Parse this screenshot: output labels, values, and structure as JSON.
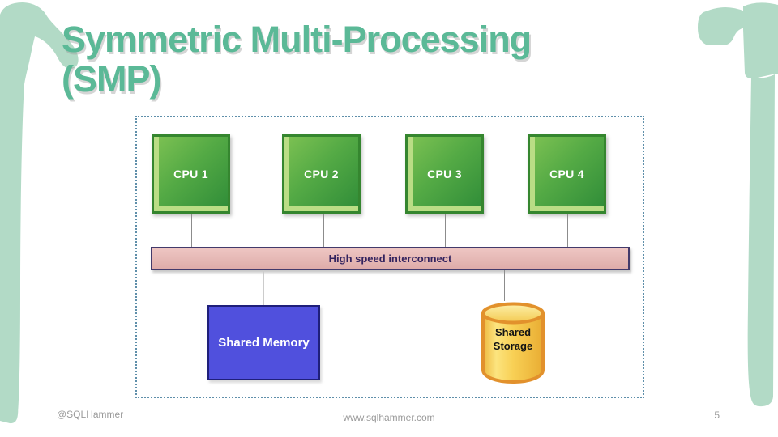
{
  "slide": {
    "title_line1": "Symmetric Multi-Processing",
    "title_line2": "(SMP)",
    "footer": {
      "left": "@SQLHammer",
      "center": "www.sqlhammer.com",
      "page_number": "5"
    }
  },
  "diagram": {
    "cpus": [
      {
        "label": "CPU 1"
      },
      {
        "label": "CPU 2"
      },
      {
        "label": "CPU 3"
      },
      {
        "label": "CPU 4"
      }
    ],
    "interconnect_label": "High speed interconnect",
    "memory_label": "Shared Memory",
    "storage_label": "Shared Storage"
  },
  "colors": {
    "title": "#5bb997",
    "decoration": "#b2dac6",
    "cpu_fill_light": "#7ec253",
    "cpu_fill_dark": "#2f8c38",
    "cpu_border": "#35862f",
    "cpu_highlight": "#badd85",
    "interconnect_fill": "#e5b8b5",
    "interconnect_border": "#433a6b",
    "interconnect_text": "#33235e",
    "memory_fill": "#5050dd",
    "memory_border": "#1f1f7a",
    "storage_fill": "#f7cf55",
    "storage_border": "#e2912c",
    "diagram_border": "#5f8faa",
    "footer_text": "#9a9a9a"
  }
}
